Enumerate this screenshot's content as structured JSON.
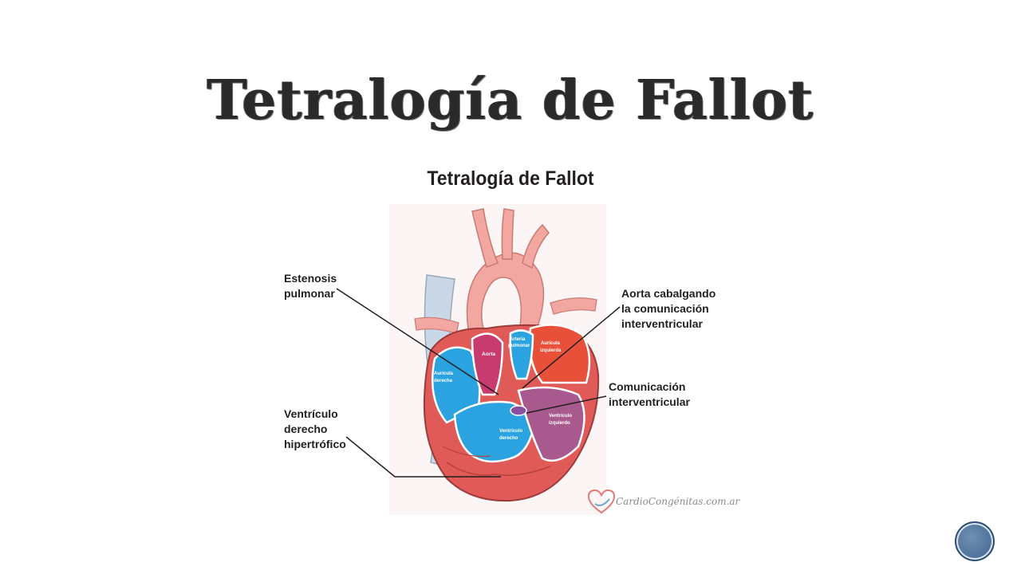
{
  "slide": {
    "title": "Tetralogía de Fallot"
  },
  "figure": {
    "title": "Tetralogía de Fallot",
    "labels": {
      "estenosis_l1": "Estenosis",
      "estenosis_l2": "pulmonar",
      "aorta_cab_l1": "Aorta cabalgando",
      "aorta_cab_l2": "la comunicación",
      "aorta_cab_l3": "interventricular",
      "civ_l1": "Comunicación",
      "civ_l2": "interventricular",
      "vd_l1": "Ventrículo",
      "vd_l2": "derecho",
      "vd_l3": "hipertrófico"
    },
    "inner_labels": {
      "aorta": "Aorta",
      "arteria_l1": "Arteria",
      "arteria_l2": "pulmonar",
      "auricula_izq_l1": "Aurícula",
      "auricula_izq_l2": "izquierda",
      "auricula_der_l1": "Aurícula",
      "auricula_der_l2": "derecha",
      "ventriculo_izq_l1": "Ventrículo",
      "ventriculo_izq_l2": "izquierdo",
      "ventriculo_der_l1": "Ventrículo",
      "ventriculo_der_l2": "derecho"
    },
    "watermark": "CardioCongénitas.com.ar"
  },
  "colors": {
    "deoxygenated": "#2aa3e0",
    "oxygenated": "#e8503a",
    "myocardium": "#e05a57",
    "vessel": "#f2a7a0",
    "aorta_pink": "#c73b6e",
    "nav_button": "#4f759c"
  }
}
